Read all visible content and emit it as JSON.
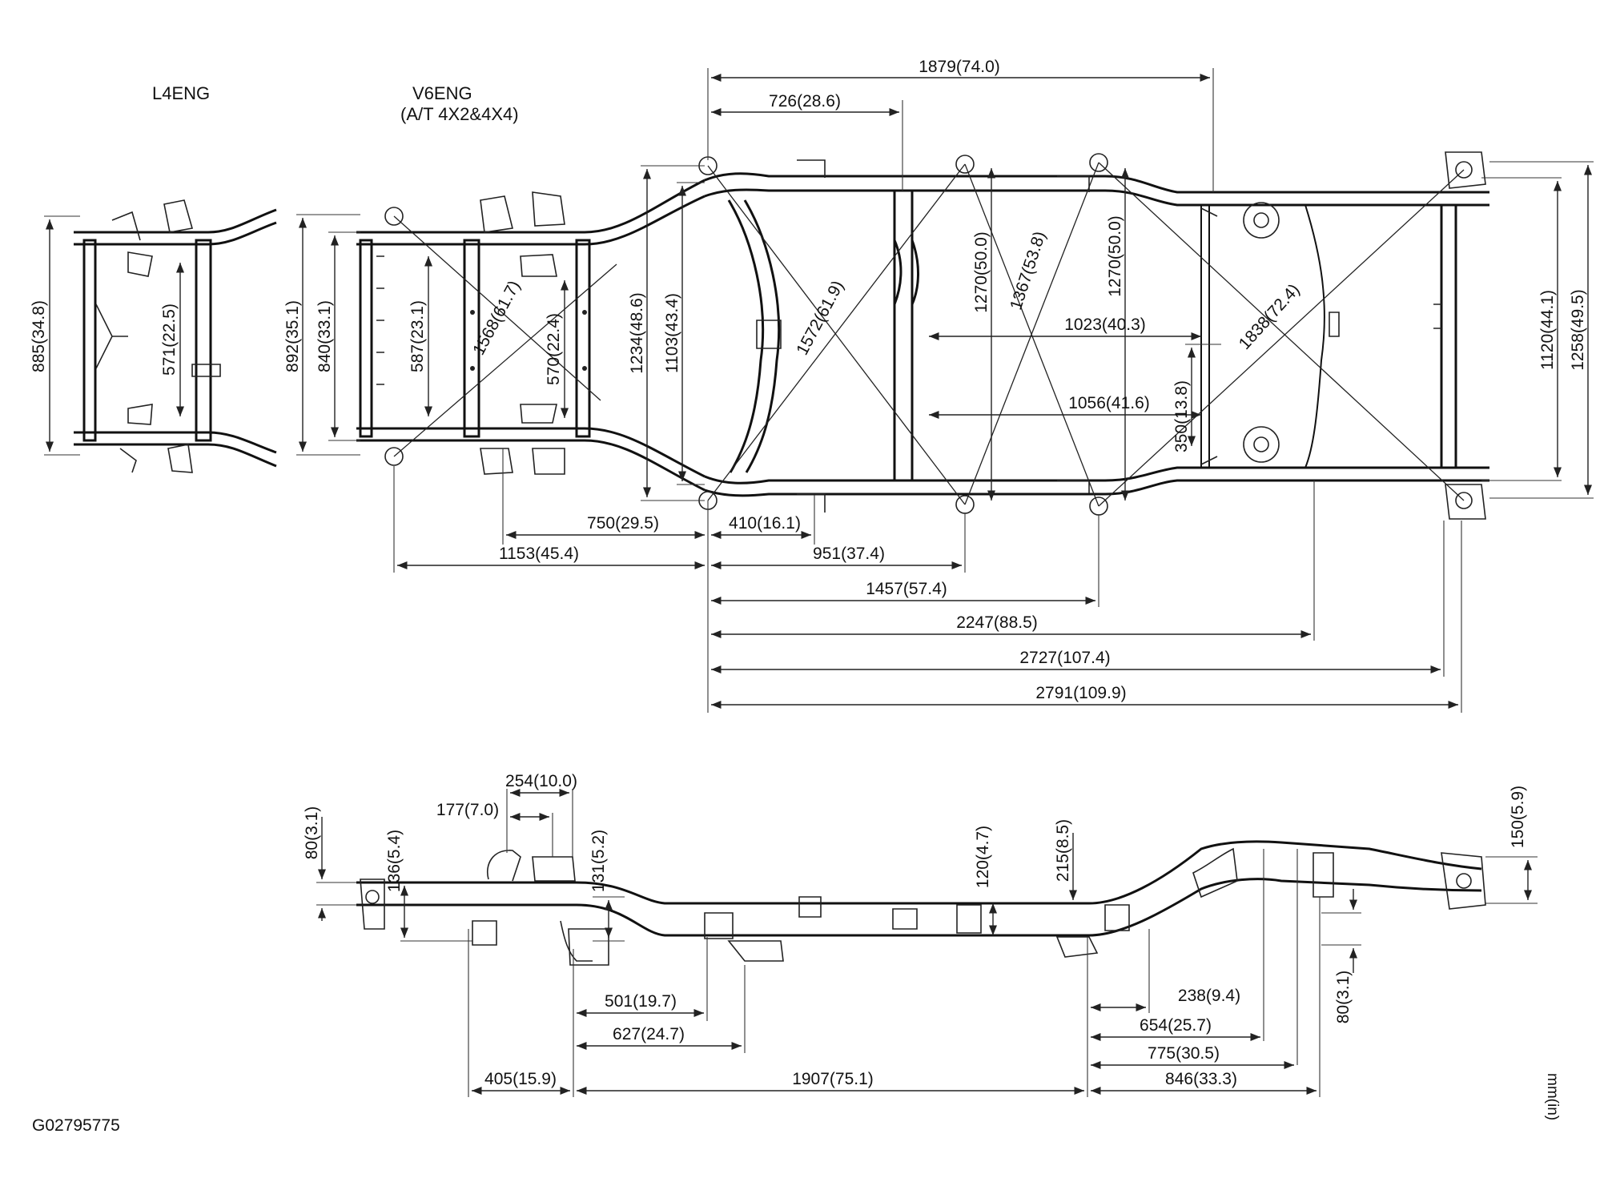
{
  "headings": {
    "l4": "L4ENG",
    "v6_line1": "V6ENG",
    "v6_line2": "(A/T 4X2&4X4)"
  },
  "image_id": "G02795775",
  "units": "mm(in)",
  "top_view": {
    "dim_1879": "1879(74.0)",
    "dim_726": "726(28.6)",
    "dim_885": "885(34.8)",
    "dim_571": "571(22.5)",
    "dim_892": "892(35.1)",
    "dim_840": "840(33.1)",
    "dim_587": "587(23.1)",
    "dim_1568": "1568(61.7)",
    "dim_570": "570(22.4)",
    "dim_1234": "1234(48.6)",
    "dim_1103": "1103(43.4)",
    "dim_1572": "1572(61.9)",
    "dim_1270a": "1270(50.0)",
    "dim_1367": "1367(53.8)",
    "dim_1270b": "1270(50.0)",
    "dim_1023": "1023(40.3)",
    "dim_1838": "1838(72.4)",
    "dim_350": "350(13.8)",
    "dim_1056": "1056(41.6)",
    "dim_1120": "1120(44.1)",
    "dim_1258": "1258(49.5)",
    "dim_750": "750(29.5)",
    "dim_410": "410(16.1)",
    "dim_1153": "1153(45.4)",
    "dim_951": "951(37.4)",
    "dim_1457": "1457(57.4)",
    "dim_2247": "2247(88.5)",
    "dim_2727": "2727(107.4)",
    "dim_2791": "2791(109.9)"
  },
  "side_view": {
    "dim_254": "254(10.0)",
    "dim_177": "177(7.0)",
    "dim_80a": "80(3.1)",
    "dim_136": "136(5.4)",
    "dim_131": "131(5.2)",
    "dim_120": "120(4.7)",
    "dim_215": "215(8.5)",
    "dim_150": "150(5.9)",
    "dim_80b": "80(3.1)",
    "dim_501": "501(19.7)",
    "dim_627": "627(24.7)",
    "dim_405": "405(15.9)",
    "dim_1907": "1907(75.1)",
    "dim_238": "238(9.4)",
    "dim_654": "654(25.7)",
    "dim_775": "775(30.5)",
    "dim_846": "846(33.3)"
  }
}
